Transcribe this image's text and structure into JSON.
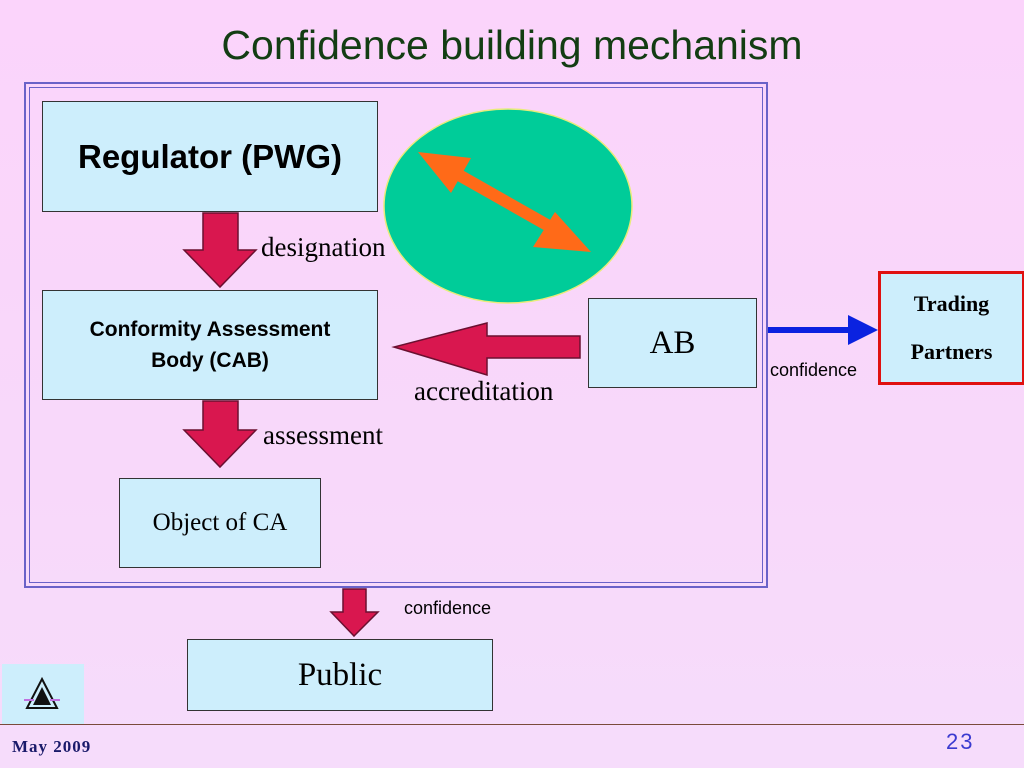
{
  "title": "Confidence building mechanism",
  "nodes": {
    "regulator": "Regulator (PWG)",
    "cab_line1": "Conformity Assessment",
    "cab_line2": "Body (CAB)",
    "ab": "AB",
    "object": "Object of CA",
    "public": "Public",
    "trading_line1": "Trading",
    "trading_line2": "Partners"
  },
  "edges": {
    "designation": "designation",
    "accreditation": "accreditation",
    "assessment": "assessment",
    "confidence_trading": "confidence",
    "confidence_public": "confidence"
  },
  "footer": {
    "date": "May 2009",
    "page": "23"
  },
  "colors": {
    "background": "#fbd4fb",
    "title": "#133d13",
    "box_fill": "#cdeefc",
    "arrow_crimson": "#d9174f",
    "ellipse": "#00cc99",
    "double_arrow": "#ff6a18",
    "blue_arrow": "#0a22e0",
    "trading_border": "#e01010",
    "frame": "#6a62c8"
  },
  "icons": {
    "logo": "tower-logo-icon",
    "mutual_recognition": "double-arrow-icon"
  }
}
